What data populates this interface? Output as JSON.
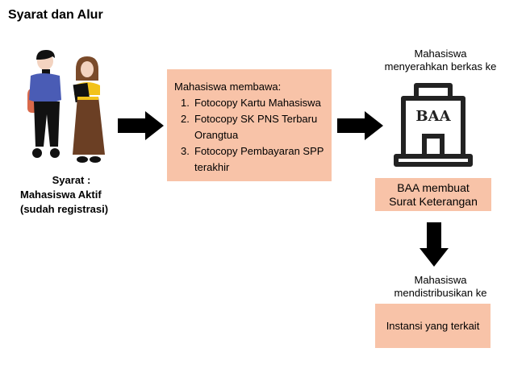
{
  "title": "Syarat dan Alur",
  "illustration": {
    "icon": "students-illustration"
  },
  "requirement": {
    "line1": "Syarat :",
    "line2": "Mahasiswa Aktif",
    "line3": "(sudah registrasi)"
  },
  "documents": {
    "heading": "Mahasiswa membawa:",
    "items": [
      {
        "num": "1.",
        "text": "Fotocopy Kartu Mahasiswa"
      },
      {
        "num": "2.",
        "text": "Fotocopy SK PNS Terbaru Orangtua"
      },
      {
        "num": "3.",
        "text": "Fotocopy Pembayaran SPP terakhir"
      }
    ]
  },
  "submit": {
    "caption_line1": "Mahasiswa",
    "caption_line2": "menyerahkan berkas ke",
    "building_label": "BAA"
  },
  "baa_action": {
    "line1": "BAA membuat",
    "line2": "Surat Keterangan"
  },
  "distribute": {
    "caption_line1": "Mahasiswa",
    "caption_line2": "mendistribusikan ke",
    "target": "Instansi yang terkait"
  },
  "colors": {
    "box_fill": "#f8c3a8",
    "arrow": "#000000"
  }
}
